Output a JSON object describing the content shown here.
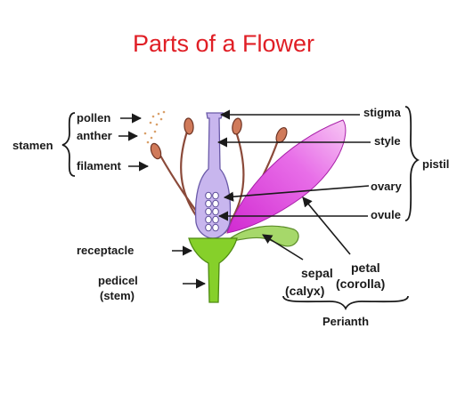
{
  "title": "Parts of a Flower",
  "labels": {
    "pollen": "pollen",
    "anther": "anther",
    "filament": "filament",
    "stamen": "stamen",
    "stigma": "stigma",
    "style": "style",
    "ovary": "ovary",
    "ovule": "ovule",
    "pistil": "pistil",
    "receptacle": "receptacle",
    "pedicel": "pedicel",
    "pedicel_note": "(stem)",
    "sepal": "sepal",
    "sepal_note": "(calyx)",
    "petal": "petal",
    "petal_note": "(corolla)",
    "perianth": "Perianth"
  },
  "colors": {
    "title": "#e01e25",
    "pistil": "#c8b6ee",
    "petal": "#e040e0",
    "receptacle": "#86d02a",
    "sepal": "#a6d86a",
    "filament": "#8b4a3a",
    "anther": "#d07a5a"
  }
}
